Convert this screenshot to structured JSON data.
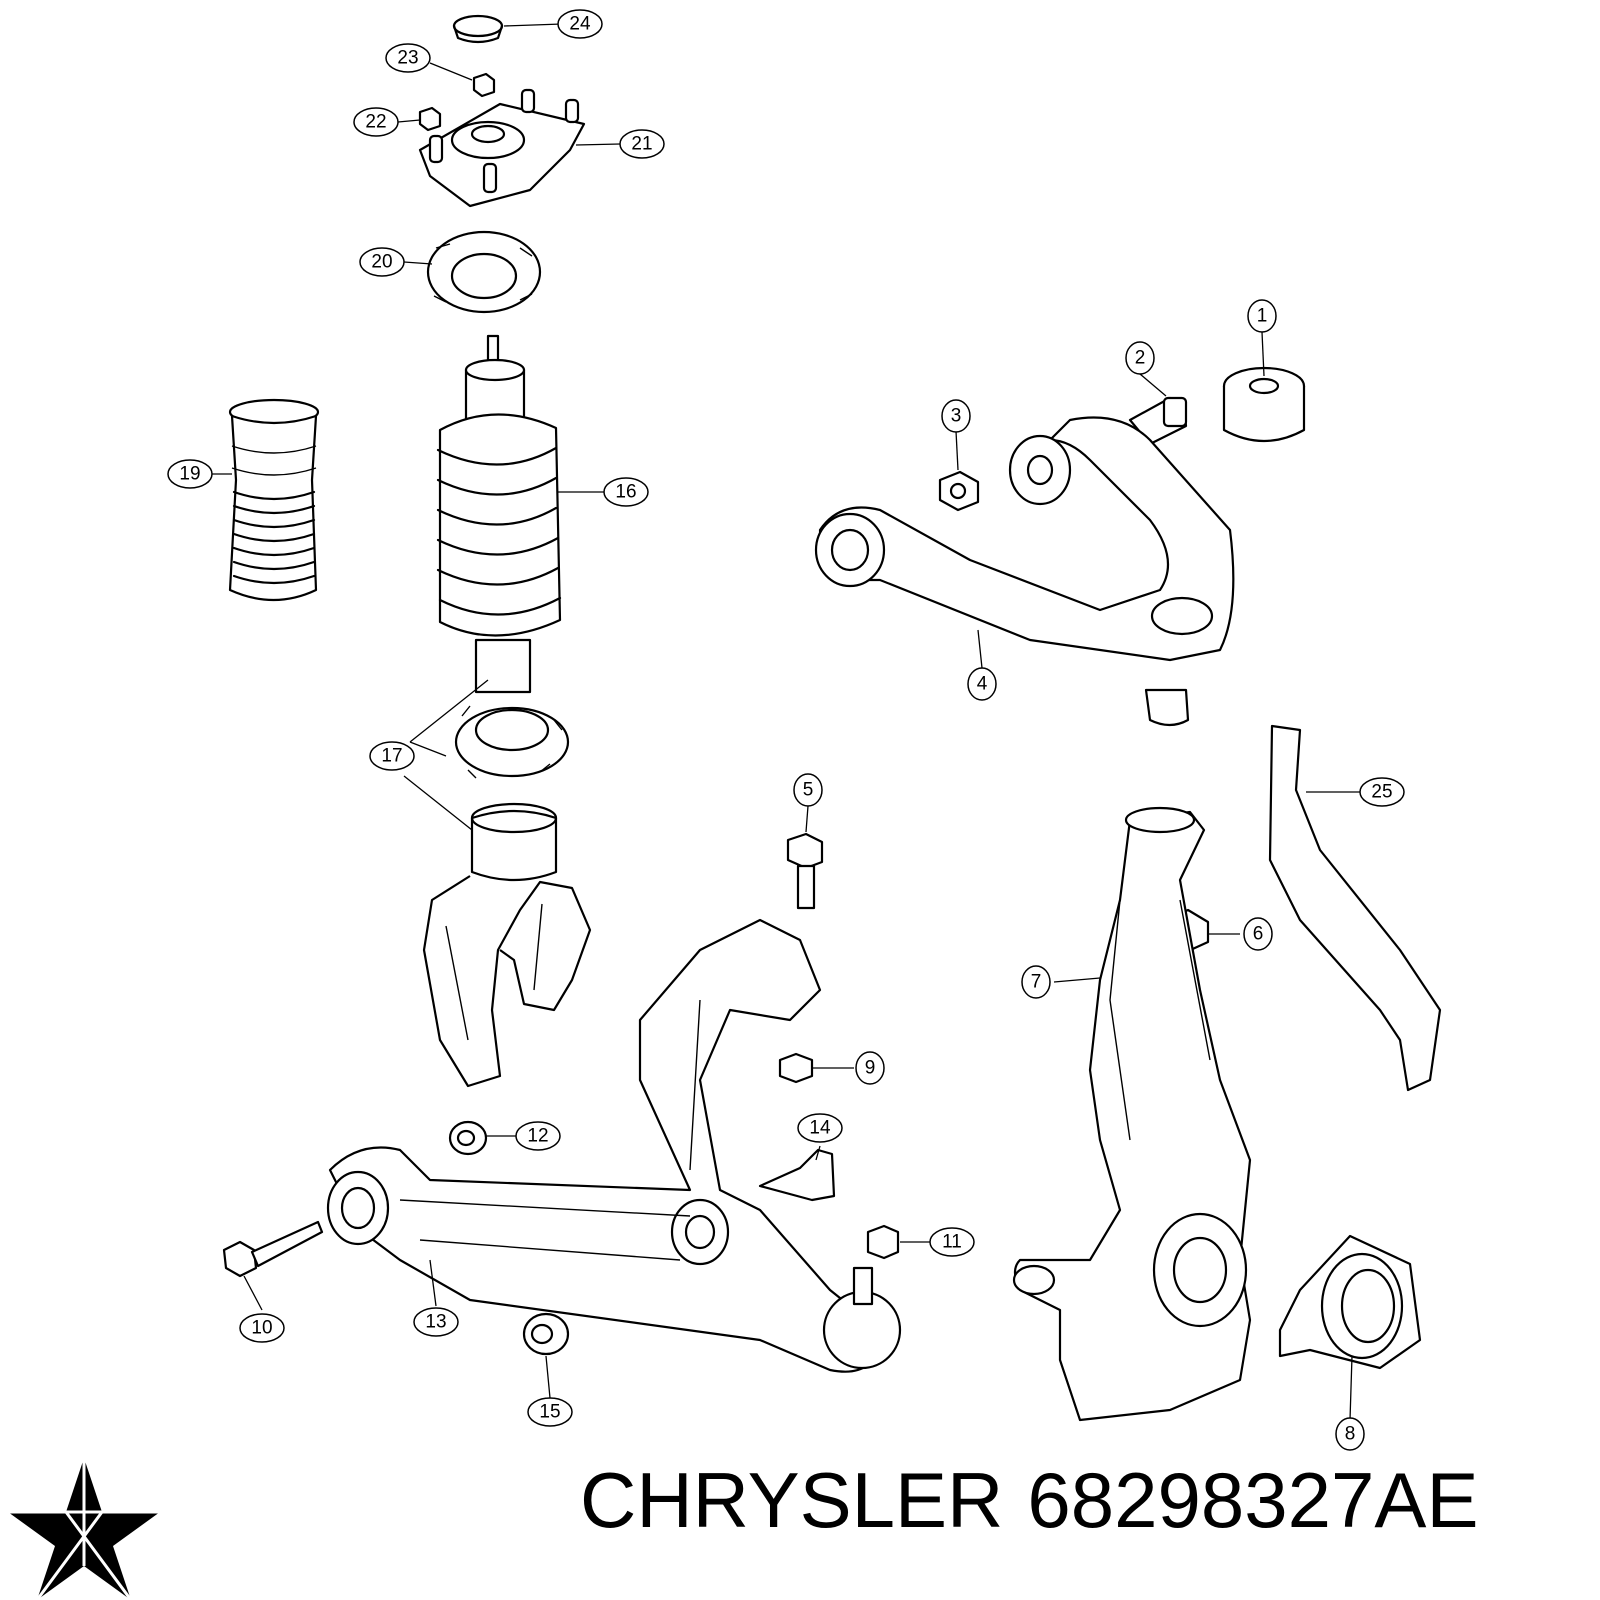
{
  "callouts": [
    {
      "id": "1",
      "label": "1"
    },
    {
      "id": "2",
      "label": "2"
    },
    {
      "id": "3",
      "label": "3"
    },
    {
      "id": "4",
      "label": "4"
    },
    {
      "id": "5",
      "label": "5"
    },
    {
      "id": "6",
      "label": "6"
    },
    {
      "id": "7",
      "label": "7"
    },
    {
      "id": "8",
      "label": "8"
    },
    {
      "id": "9",
      "label": "9"
    },
    {
      "id": "10",
      "label": "10"
    },
    {
      "id": "11",
      "label": "11"
    },
    {
      "id": "12",
      "label": "12"
    },
    {
      "id": "13",
      "label": "13"
    },
    {
      "id": "14",
      "label": "14"
    },
    {
      "id": "15",
      "label": "15"
    },
    {
      "id": "16",
      "label": "16"
    },
    {
      "id": "17",
      "label": "17"
    },
    {
      "id": "19",
      "label": "19"
    },
    {
      "id": "20",
      "label": "20"
    },
    {
      "id": "21",
      "label": "21"
    },
    {
      "id": "22",
      "label": "22"
    },
    {
      "id": "23",
      "label": "23"
    },
    {
      "id": "24",
      "label": "24"
    },
    {
      "id": "25",
      "label": "25"
    }
  ],
  "brand": {
    "name": "CHRYSLER",
    "part_number": "68298327AE",
    "logo_icon": "chrysler-pentastar-icon"
  }
}
